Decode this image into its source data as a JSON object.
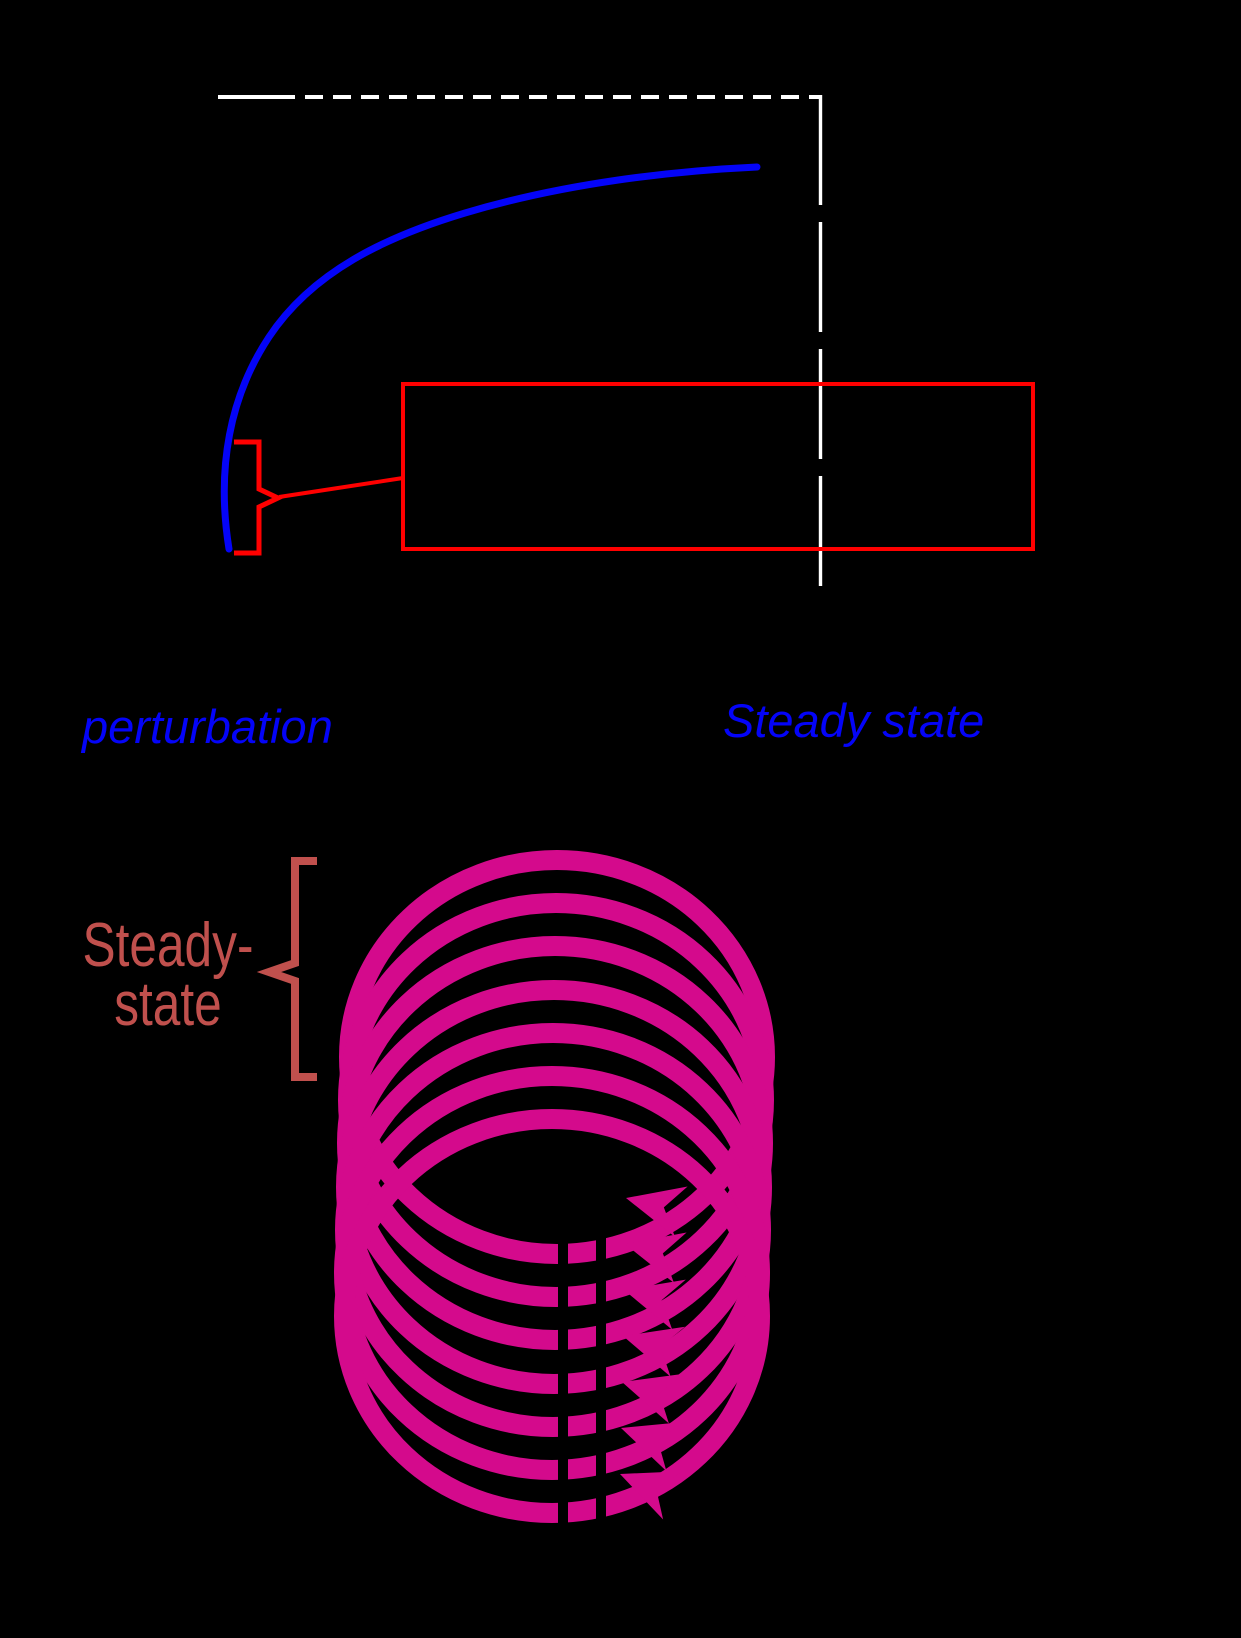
{
  "figure": {
    "top_panel": {
      "perturbation_label": "perturbation",
      "steady_state_label": "Steady state"
    },
    "bottom_panel": {
      "steady_state_annotation": {
        "line1": "Steady-",
        "line2": "state"
      },
      "spiral_cycles": 7,
      "spiral_arrow_count": 7
    },
    "colors": {
      "background": "#000000",
      "curve_blue": "#0404F8",
      "box_red": "#FF0000",
      "dashed_white": "#FFFFFF",
      "annotation_brown": "#C0504D",
      "spiral_magenta": "#D40A8C"
    }
  }
}
